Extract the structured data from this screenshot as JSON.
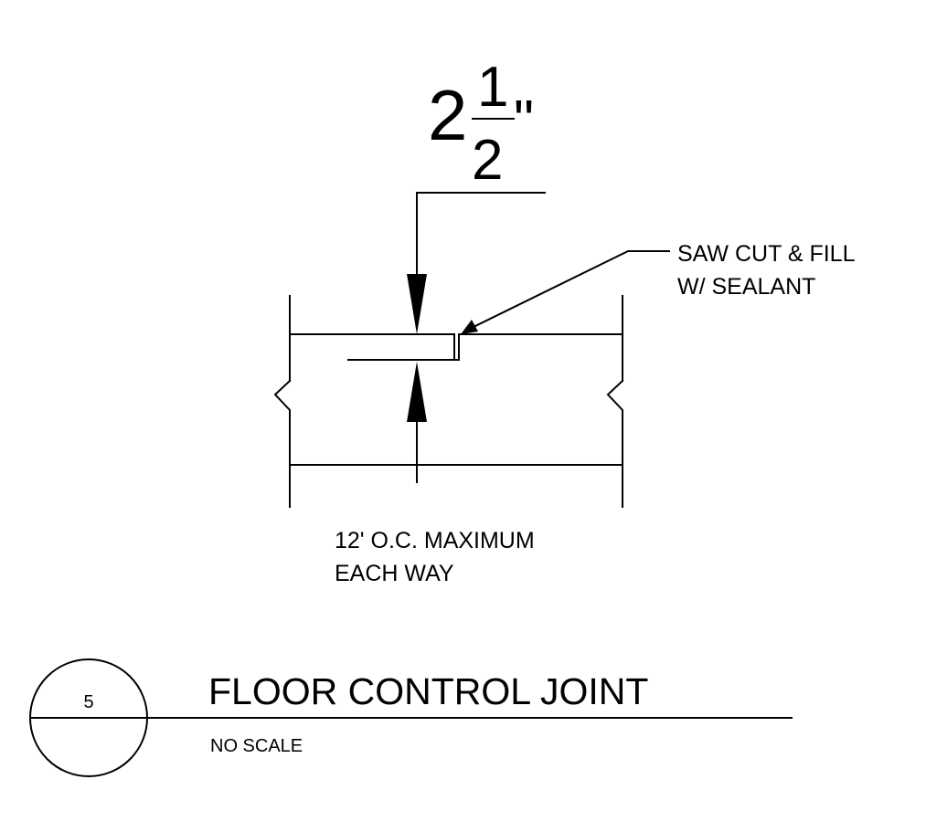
{
  "dimension": {
    "whole": "2",
    "numerator": "1",
    "denominator": "2",
    "unit": "\""
  },
  "notes": {
    "saw_cut_line1": "SAW CUT & FILL",
    "saw_cut_line2": "W/ SEALANT",
    "spacing_line1": "12' O.C. MAXIMUM",
    "spacing_line2": "EACH WAY"
  },
  "title_block": {
    "detail_number": "5",
    "title": "FLOOR CONTROL JOINT",
    "scale": "NO SCALE"
  },
  "colors": {
    "ink": "#000000",
    "paper": "#ffffff"
  }
}
